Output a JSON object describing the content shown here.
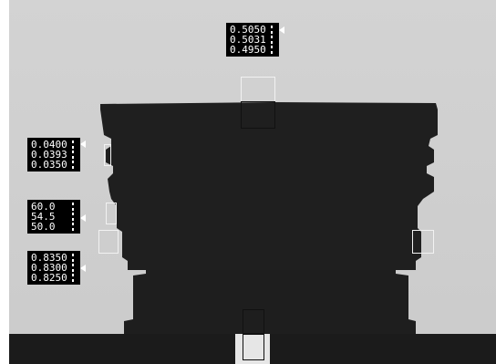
{
  "colors": {
    "background": "#cfcfcf",
    "part": "#1c1c1c",
    "floor": "#1a1a1a",
    "panel": "#000000",
    "panel_text": "#ffffff"
  },
  "gauges": {
    "top": {
      "upper": "0.5050",
      "current": "0.5031",
      "lower": "0.4950",
      "pointer_level": 0.19
    },
    "groove": {
      "upper": "0.0400",
      "current": "0.0393",
      "lower": "0.0350",
      "pointer_level": 0.14
    },
    "angle": {
      "upper": "60.0",
      "current": "54.5",
      "lower": "50.0",
      "pointer_level": 0.55
    },
    "diameter": {
      "upper": "0.8350",
      "current": "0.8300",
      "lower": "0.8250",
      "pointer_level": 0.5
    }
  }
}
